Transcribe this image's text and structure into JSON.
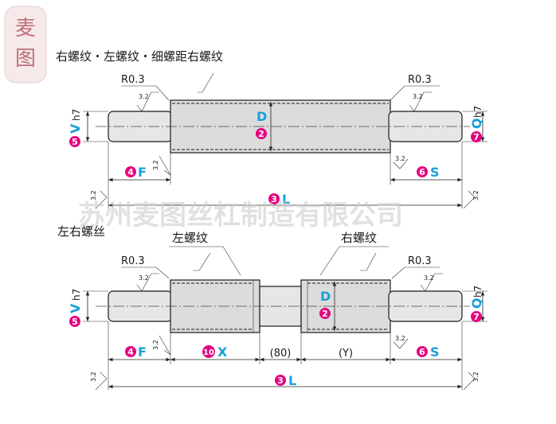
{
  "logo": {
    "char_top": "麦",
    "char_bottom": "图"
  },
  "watermark": "苏州麦图丝杠制造有限公司",
  "top": {
    "title": "右螺纹・左螺纹・细螺距右螺纹",
    "r_left": "R0.3",
    "r_right": "R0.3",
    "surface": "3.2",
    "dims": {
      "v": {
        "num": "5",
        "letter": "V",
        "suffix": "h7"
      },
      "d": {
        "num": "2",
        "letter": "D"
      },
      "q": {
        "num": "7",
        "letter": "Q",
        "suffix": "h7"
      },
      "f": {
        "num": "4",
        "letter": "F"
      },
      "s": {
        "num": "6",
        "letter": "S"
      },
      "l": {
        "num": "3",
        "letter": "L"
      }
    }
  },
  "bottom": {
    "title": "左右螺丝",
    "label_left_thread": "左螺纹",
    "label_right_thread": "右螺纹",
    "r_left": "R0.3",
    "r_right": "R0.3",
    "surface": "3.2",
    "dims": {
      "v": {
        "num": "5",
        "letter": "V",
        "suffix": "h7"
      },
      "d": {
        "num": "2",
        "letter": "D"
      },
      "q": {
        "num": "7",
        "letter": "Q",
        "suffix": "h7"
      },
      "f": {
        "num": "4",
        "letter": "F"
      },
      "x": {
        "num": "10",
        "letter": "X"
      },
      "mid": "(80)",
      "y": "(Y)",
      "s": {
        "num": "6",
        "letter": "S"
      },
      "l": {
        "num": "3",
        "letter": "L"
      }
    }
  }
}
